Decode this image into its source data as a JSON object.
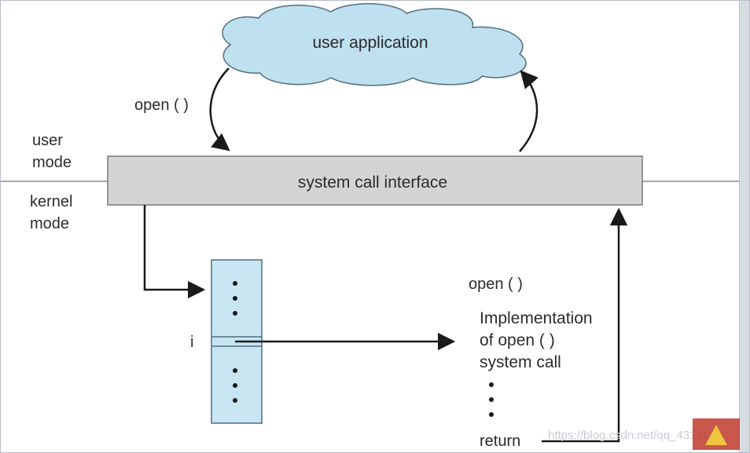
{
  "diagram": {
    "cloud_label": "user application",
    "call_label": "open ( )",
    "user_mode_line1": "user",
    "user_mode_line2": "mode",
    "kernel_mode_line1": "kernel",
    "kernel_mode_line2": "mode",
    "interface_label": "system call interface",
    "index_label": "i",
    "impl_title": "open ( )",
    "impl_line1": "Implementation",
    "impl_line2": "of open ( )",
    "impl_line3": "system call",
    "return_label": "return",
    "watermark": "https://blog.csdn.net/qq_43121330"
  },
  "colors": {
    "cloud_fill": "#bfe0ef",
    "interface_fill": "#d4d4d4",
    "table_fill": "#c8e6f2",
    "logo_red": "#c0392b"
  }
}
